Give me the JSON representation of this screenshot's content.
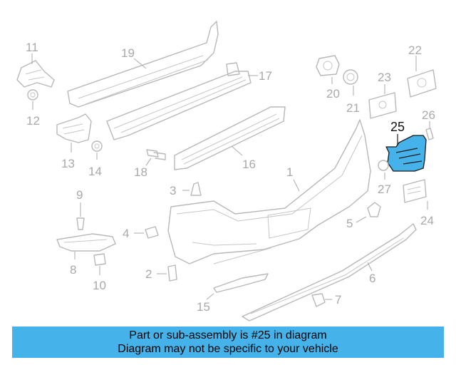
{
  "callouts": {
    "c1": "1",
    "c2": "2",
    "c3": "3",
    "c4": "4",
    "c5": "5",
    "c6": "6",
    "c7": "7",
    "c8": "8",
    "c9": "9",
    "c10": "10",
    "c11": "11",
    "c12": "12",
    "c13": "13",
    "c14": "14",
    "c15": "15",
    "c16": "16",
    "c17": "17",
    "c18": "18",
    "c19": "19",
    "c20": "20",
    "c21": "21",
    "c22": "22",
    "c23": "23",
    "c24": "24",
    "c25": "25",
    "c26": "26",
    "c27": "27"
  },
  "highlight": {
    "part_number": "25",
    "fill_color": "#45b3ea"
  },
  "banner": {
    "line1": "Part or sub-assembly is #25 in diagram",
    "line2": "Diagram may not be specific to your vehicle",
    "background": "#45b3ea"
  }
}
